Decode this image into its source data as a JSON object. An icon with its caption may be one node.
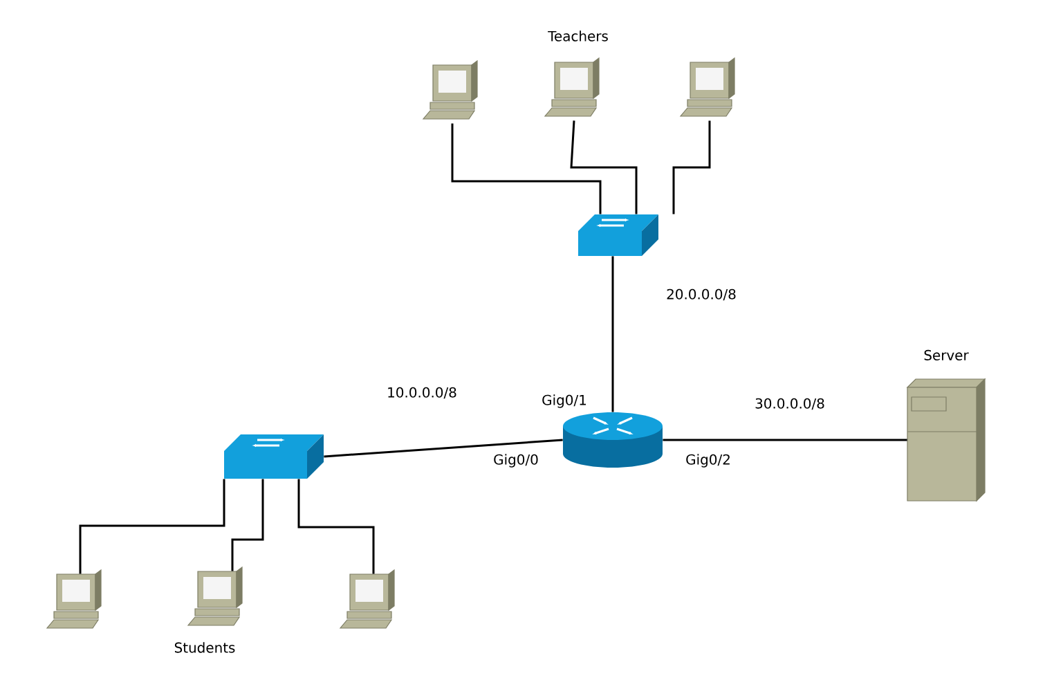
{
  "diagram": {
    "nodes": [
      {
        "text": [],
        "shape": "computer"
      },
      {
        "text": [],
        "shape": "computer"
      },
      {
        "text": [],
        "shape": "computer"
      },
      {
        "text": [],
        "shape": "switch"
      },
      {
        "text": [
          "Server"
        ]
      },
      {
        "text": [],
        "shape": "router"
      },
      {
        "text": [],
        "shape": "switch"
      },
      {
        "text": [],
        "shape": "computer"
      },
      {
        "text": [],
        "shape": "computer"
      },
      {
        "text": [],
        "shape": "computer"
      }
    ],
    "edges": [
      {
        "from": 0,
        "to": 3,
        "arrow": "none"
      },
      {
        "from": 1,
        "to": 3,
        "arrow": "none"
      },
      {
        "from": 2,
        "to": 3,
        "arrow": "none"
      },
      {
        "from": 3,
        "to": 5,
        "arrow": "none",
        "label": "20.0.0.0/8"
      },
      {
        "from": 6,
        "to": 5,
        "arrow": "none",
        "label": "10.0.0.0/8"
      },
      {
        "from": 5,
        "to": 4,
        "arrow": "none",
        "label": "30.0.0.0/8"
      },
      {
        "from": 6,
        "to": 7,
        "arrow": "none"
      },
      {
        "from": 6,
        "to": 8,
        "arrow": "none"
      },
      {
        "from": 6,
        "to": 9,
        "arrow": "none"
      }
    ],
    "labels": [
      "Teachers",
      "Gig0/1",
      "Gig0/0",
      "Gig0/2",
      "Students"
    ]
  }
}
